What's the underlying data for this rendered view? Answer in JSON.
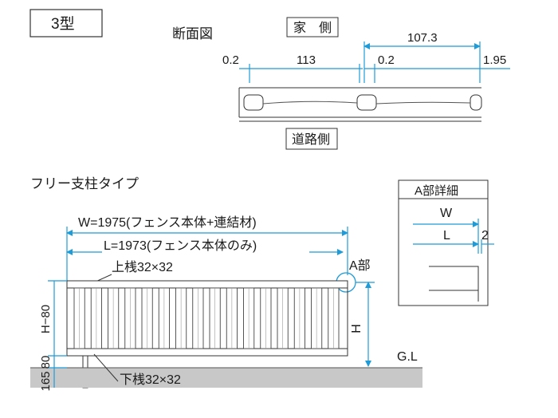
{
  "title_box": "3型",
  "section": {
    "label": "断面図",
    "house_side": "家　側",
    "road_side": "道路側",
    "dims": {
      "d1": "0.2",
      "d2": "113",
      "d3": "0.2",
      "d4": "107.3",
      "d5": "1.95"
    }
  },
  "fence": {
    "type_label": "フリー支柱タイプ",
    "w_label": "W=1975(フェンス本体+連結材)",
    "l_label": "L=1973(フェンス本体のみ)",
    "top_rail": "上桟32×32",
    "bottom_rail": "下桟32×32",
    "a_part": "A部",
    "h_label": "H",
    "gl_label": "G.L",
    "left_dims": {
      "a": "H−80",
      "b": "80",
      "c": "165"
    }
  },
  "detail": {
    "title": "A部詳細",
    "w": "W",
    "l": "L",
    "num": "2"
  },
  "colors": {
    "accent": "#1f9bd7",
    "ink": "#333333",
    "ground": "#c8c8c8"
  }
}
